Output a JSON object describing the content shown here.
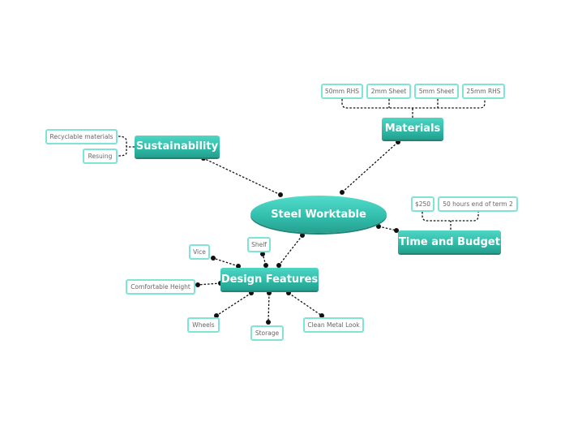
{
  "map": {
    "central": "Steel Worktable",
    "materials": {
      "title": "Materials",
      "items": [
        "50mm RHS",
        "2mm Sheet",
        "5mm Sheet",
        "25mm RHS"
      ]
    },
    "sustainability": {
      "title": "Sustainability",
      "items": [
        "Recyclable materials",
        "Resuing"
      ]
    },
    "time_budget": {
      "title": "Time and Budget",
      "items": [
        "$250",
        "50 hours end of term 2"
      ]
    },
    "design": {
      "title": "Design Features",
      "items": [
        "Vice",
        "Shelf",
        "Comfortable Height",
        "Wheels",
        "Storage",
        "Clean Metal Look"
      ]
    }
  },
  "colors": {
    "topic_fill": "#2fb9a6",
    "subtopic_border": "#7fe3d5",
    "connector": "#111111"
  }
}
